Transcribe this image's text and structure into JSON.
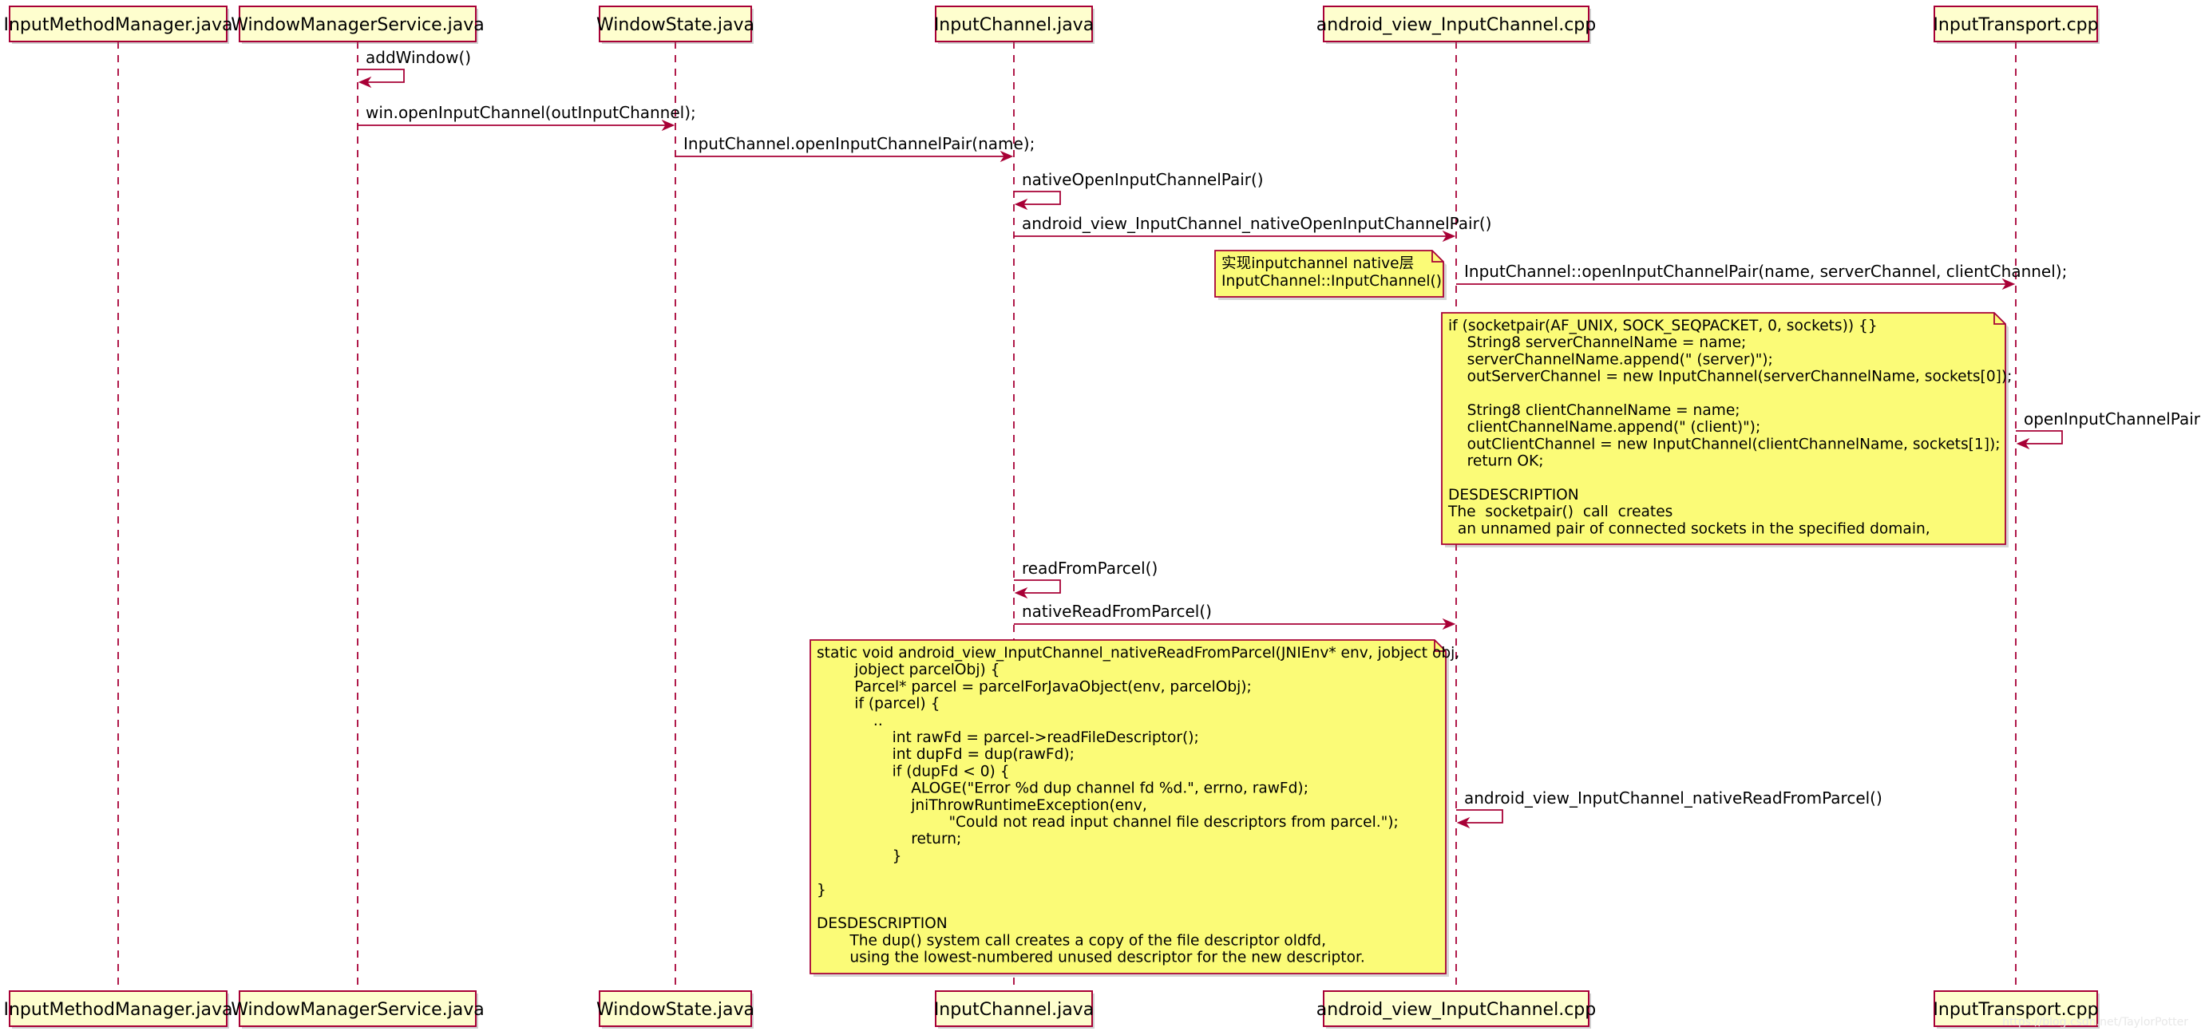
{
  "colors": {
    "participant_fill": "#fefece",
    "border": "#a80036",
    "note_fill": "#fbfb77",
    "text": "#000000"
  },
  "participants": [
    "InputMethodManager.java",
    "WindowManagerService.java",
    "WindowState.java",
    "InputChannel.java",
    "android_view_InputChannel.cpp",
    "InputTransport.cpp"
  ],
  "messages": [
    {
      "from": 1,
      "to": 1,
      "label": "addWindow()"
    },
    {
      "from": 1,
      "to": 2,
      "label": "win.openInputChannel(outInputChannel);"
    },
    {
      "from": 2,
      "to": 3,
      "label": "InputChannel.openInputChannelPair(name);"
    },
    {
      "from": 3,
      "to": 3,
      "label": "nativeOpenInputChannelPair()"
    },
    {
      "from": 3,
      "to": 4,
      "label": "android_view_InputChannel_nativeOpenInputChannelPair()"
    },
    {
      "from": 4,
      "to": 5,
      "label": "InputChannel::openInputChannelPair(name, serverChannel, clientChannel);"
    },
    {
      "from": 5,
      "to": 5,
      "label": "openInputChannelPair()"
    },
    {
      "from": 3,
      "to": 3,
      "label": "readFromParcel()"
    },
    {
      "from": 3,
      "to": 4,
      "label": "nativeReadFromParcel()"
    },
    {
      "from": 4,
      "to": 4,
      "label": "android_view_InputChannel_nativeReadFromParcel()"
    }
  ],
  "notes": [
    {
      "lines": [
        "实现inputchannel native层",
        "InputChannel::InputChannel()"
      ]
    },
    {
      "lines": [
        "if (socketpair(AF_UNIX, SOCK_SEQPACKET, 0, sockets)) {}",
        "    String8 serverChannelName = name;",
        "    serverChannelName.append(\" (server)\");",
        "    outServerChannel = new InputChannel(serverChannelName, sockets[0]);",
        "",
        "    String8 clientChannelName = name;",
        "    clientChannelName.append(\" (client)\");",
        "    outClientChannel = new InputChannel(clientChannelName, sockets[1]);",
        "    return OK;",
        "",
        "DESDESCRIPTION",
        "The  socketpair()  call  creates",
        "  an unnamed pair of connected sockets in the specified domain,"
      ]
    },
    {
      "lines": [
        "static void android_view_InputChannel_nativeReadFromParcel(JNIEnv* env, jobject obj,",
        "        jobject parcelObj) {",
        "        Parcel* parcel = parcelForJavaObject(env, parcelObj);",
        "        if (parcel) {",
        "            ..",
        "                int rawFd = parcel->readFileDescriptor();",
        "                int dupFd = dup(rawFd);",
        "                if (dupFd < 0) {",
        "                    ALOGE(\"Error %d dup channel fd %d.\", errno, rawFd);",
        "                    jniThrowRuntimeException(env,",
        "                            \"Could not read input channel file descriptors from parcel.\");",
        "                    return;",
        "                }",
        "",
        "}",
        "",
        "DESDESCRIPTION",
        "       The dup() system call creates a copy of the file descriptor oldfd,",
        "       using the lowest-numbered unused descriptor for the new descriptor."
      ]
    }
  ],
  "watermark": "https://blog.csdn.net/TaylorPotter"
}
